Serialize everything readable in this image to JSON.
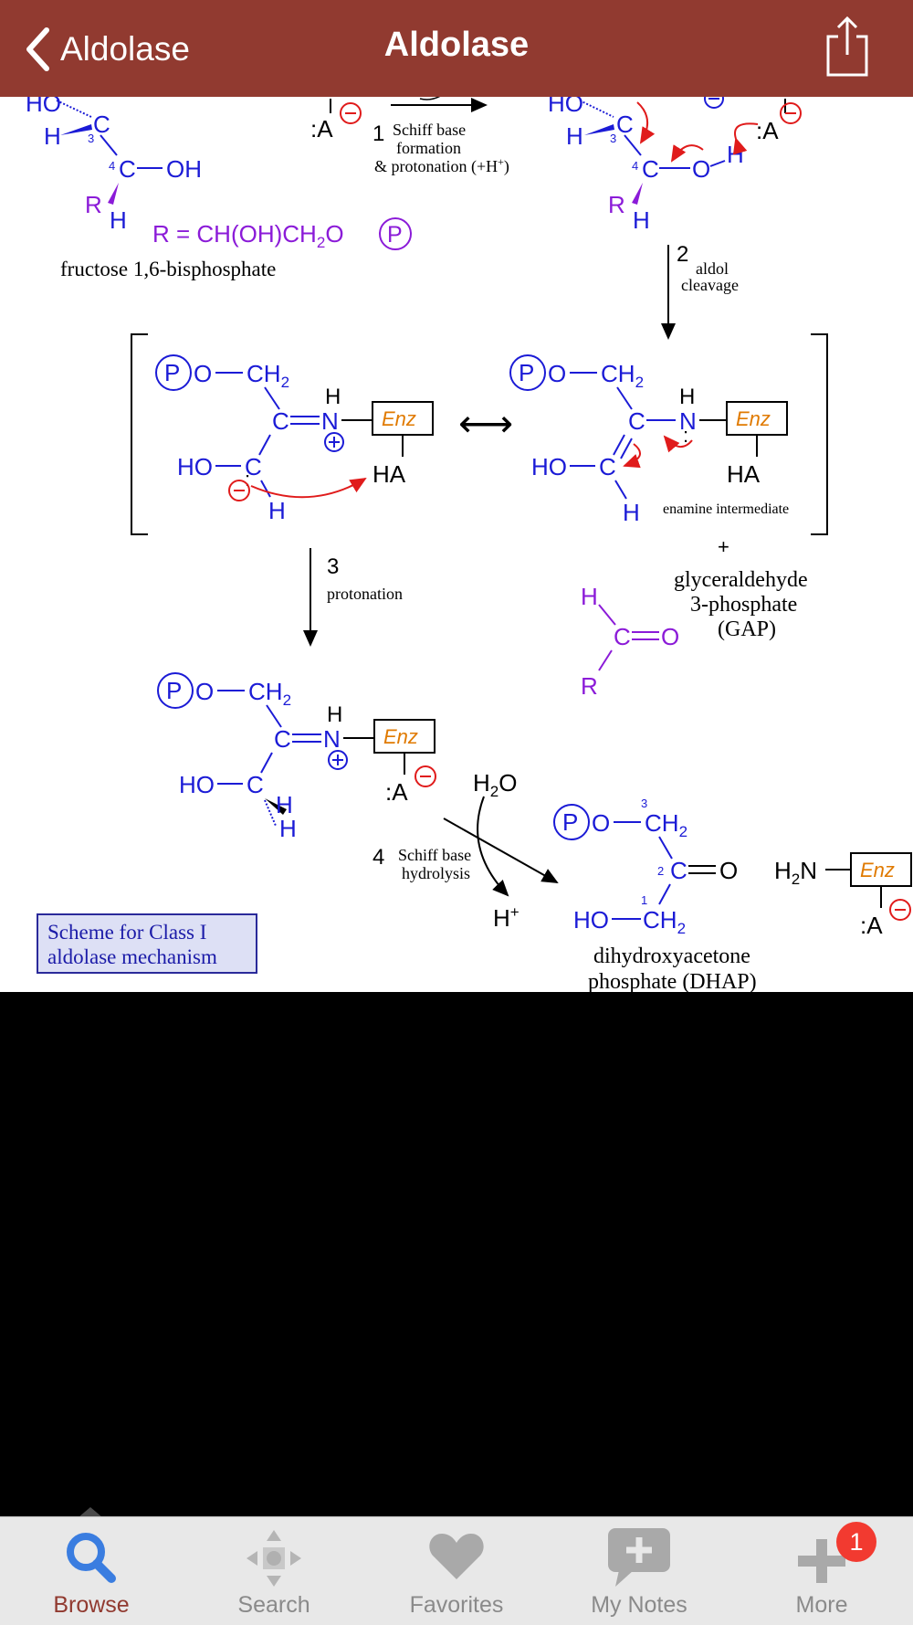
{
  "navbar": {
    "back_label": "Aldolase",
    "title": "Aldolase",
    "share_icon": "share-icon",
    "back_icon": "chevron-left-icon"
  },
  "diagram": {
    "caption_line1": "Scheme for Class I",
    "caption_line2": "aldolase mechanism",
    "fructose_label": "fructose 1,6-bisphosphate",
    "r_definition": "R = CH(OH)CH",
    "r_def_sub": "2",
    "r_def_o": "O",
    "step1_num": "1",
    "step1_line1": "Schiff base",
    "step1_line2": "formation",
    "step1_line3": "& protonation (+H",
    "step1_line3_sup": "+",
    "step1_line3_end": ")",
    "step2_num": "2",
    "step2_line1": "aldol",
    "step2_line2": "cleavage",
    "step3_num": "3",
    "step3_line1": "protonation",
    "step4_num": "4",
    "step4_line1": "Schiff base",
    "step4_line2": "hydrolysis",
    "enamine_label": "enamine intermediate",
    "plus": "+",
    "gap_line1": "glyceraldehyde",
    "gap_line2": "3-phosphate",
    "gap_line3": "(GAP)",
    "dhap_line1": "dihydroxyacetone",
    "dhap_line2": "phosphate (DHAP)",
    "enz": "Enz",
    "p": "P",
    "ho": "HO",
    "oh": "OH",
    "h": "H",
    "c": "C",
    "n": "N",
    "o": "O",
    "r": "R",
    "ch": "CH",
    "ch2_sub": "2",
    "ha": "HA",
    "colon_a": ":A",
    "h2o": "H",
    "h2o_sub": "2",
    "h2o_o": "O",
    "h_plus": "H",
    "h_plus_sup": "+",
    "h2n": "H",
    "h2n_sub": "2",
    "h2n_n": "N",
    "num1": "1",
    "num2": "2",
    "num3": "3",
    "num4": "4",
    "plus_charge": "+",
    "minus_charge": "−",
    "resonance_arrow": "⟷"
  },
  "tabbar": {
    "tabs": [
      {
        "label": "Browse",
        "icon": "search-magnifier-icon"
      },
      {
        "label": "Search",
        "icon": "navigation-arrows-icon"
      },
      {
        "label": "Favorites",
        "icon": "heart-icon"
      },
      {
        "label": "My Notes",
        "icon": "speech-bubble-plus-icon"
      },
      {
        "label": "More",
        "icon": "plus-icon"
      }
    ],
    "badge": "1"
  },
  "colors": {
    "navbar": "#913a30",
    "blue": "#1b1bd6",
    "purple": "#8b1bd8",
    "red": "#e01b1b",
    "orange": "#e07a00",
    "tab_active": "#913a30",
    "tab_inactive": "#8a8a8a"
  }
}
